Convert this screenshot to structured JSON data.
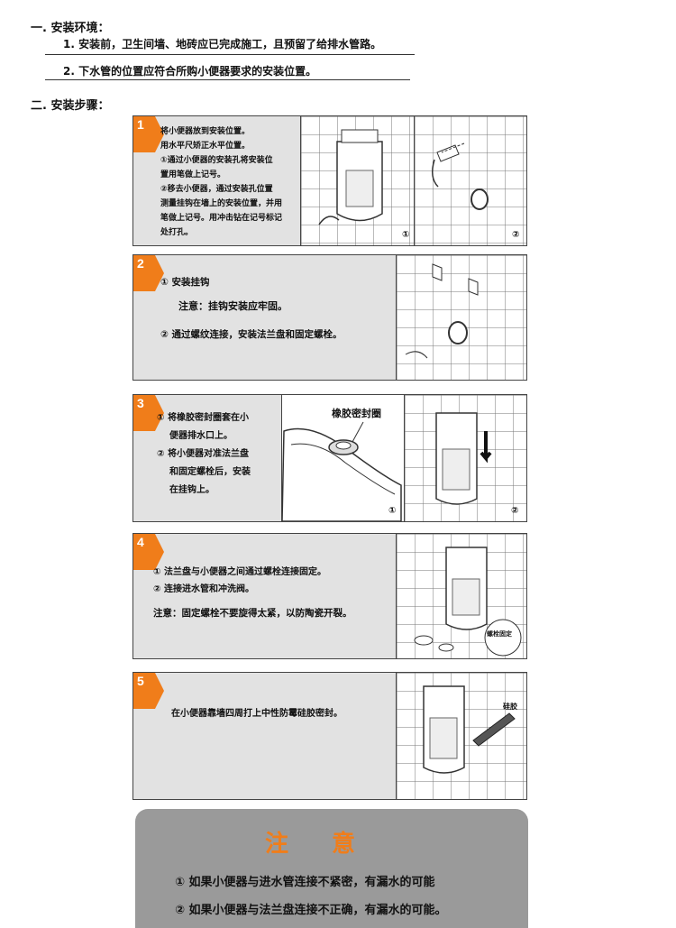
{
  "env": {
    "title": "一. 安装环境：",
    "item1": "1. 安装前，卫生间墙、地砖应已完成施工，且预留了给排水管路。",
    "item2": "2. 下水管的位置应符合所购小便器要求的安装位置。"
  },
  "steps_title": "二. 安装步骤：",
  "step1": {
    "num": "1",
    "lines": [
      "将小便器放到安装位置。",
      "用水平尺矫正水平位置。",
      "①通过小便器的安装孔将安装位",
      "置用笔做上记号。",
      "②移去小便器，通过安装孔位置",
      "测量挂钩在墙上的安装位置，并用",
      "笔做上记号。用冲击钻在记号标记",
      "处打孔。"
    ],
    "fig1": "①",
    "fig2": "②"
  },
  "step2": {
    "num": "2",
    "line1": "① 安装挂钩",
    "note": "注意：挂钩安装应牢固。",
    "line2": "② 通过螺纹连接，安装法兰盘和固定螺栓。"
  },
  "step3": {
    "num": "3",
    "lines": [
      "① 将橡胶密封圈套在小",
      "便器排水口上。",
      "② 将小便器对准法兰盘",
      "和固定螺栓后，安装",
      "在挂钩上。"
    ],
    "callout": "橡胶密封圈",
    "fig1": "①",
    "fig2": "②"
  },
  "step4": {
    "num": "4",
    "line1": "① 法兰盘与小便器之间通过螺栓连接固定。",
    "line2": "② 连接进水管和冲洗阀。",
    "note": "注意：固定螺栓不要旋得太紧，以防陶瓷开裂。",
    "callout": "螺栓固定"
  },
  "step5": {
    "num": "5",
    "line1": "在小便器靠墙四周打上中性防霉硅胶密封。",
    "callout": "硅胶"
  },
  "notice": {
    "title": "注意",
    "line1": "① 如果小便器与进水管连接不紧密，有漏水的可能",
    "line2": "② 如果小便器与法兰盘连接不正确，有漏水的可能。"
  },
  "colors": {
    "accent": "#f07d1a",
    "panel_bg": "#e2e2e2",
    "notice_bg": "#9a9a9a"
  }
}
